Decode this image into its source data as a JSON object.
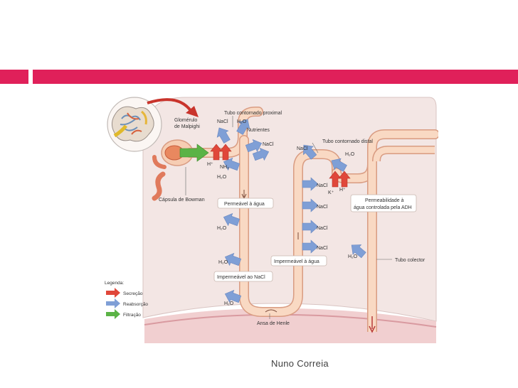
{
  "slide": {
    "footer_text": "Nuno Correia"
  },
  "colors": {
    "accent_bar": "#e0205a",
    "secretion_arrow": "#e0473a",
    "reabsorption_arrow": "#7f9fd6",
    "filtration_arrow": "#5bb346",
    "tubule_fill": "#f9d9c3",
    "tubule_stroke": "#d99c82",
    "cortex_fill": "#f3e6e4"
  },
  "diagram": {
    "labels": {
      "glomerulus_line1": "Glomérulo",
      "glomerulus_line2": "de Malpighi",
      "bowman": "Cápsula de Bowman",
      "proximal": "Tubo contornado proximal",
      "distal": "Tubo contornado distal",
      "collector": "Tubo colector",
      "henle": "Ansa de Henle",
      "permeable_water": "Permeável à água",
      "impermeable_nacl": "Impermeável ao NaCl",
      "impermeable_water": "Impermeável à água",
      "adh_line1": "Permeabilidade à",
      "adh_line2": "água controlada pela ADH",
      "nutrients": "Nutrientes"
    },
    "chemicals": {
      "nacl": "NaCl",
      "h2o": "H₂O",
      "h_plus": "H⁺",
      "nh3": "NH₃",
      "k_plus": "K⁺",
      "h_plus_distal": "H⁺"
    },
    "legend": {
      "title": "Legenda:",
      "secretion": "Secreção",
      "reabsorption": "Reabsorção",
      "filtration": "Filtração"
    }
  }
}
